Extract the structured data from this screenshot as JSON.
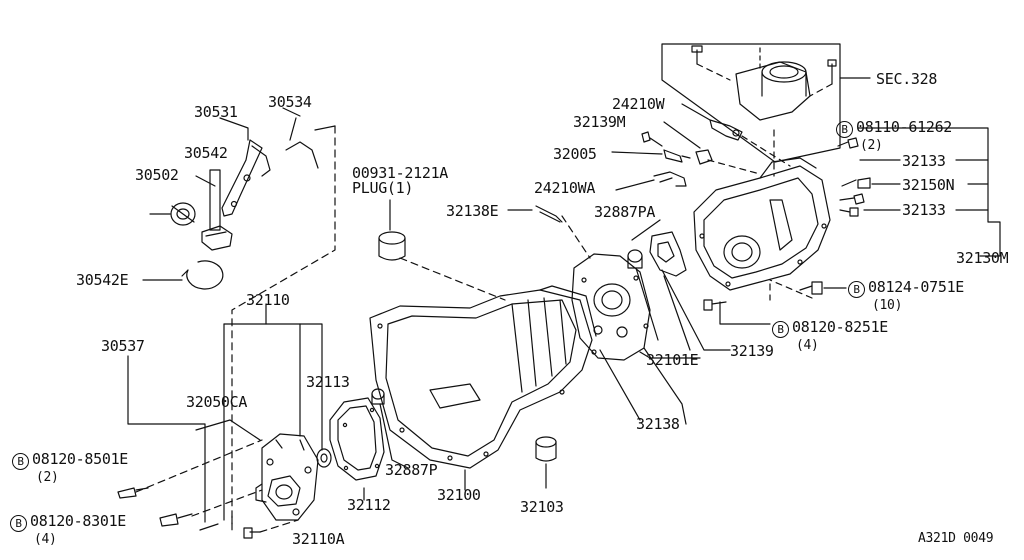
{
  "labels": {
    "l30531": "30531",
    "l30534": "30534",
    "l30542": "30542",
    "l30502": "30502",
    "l30542E": "30542E",
    "l00931": "00931-2121A",
    "lplug": "PLUG(1)",
    "l32110": "32110",
    "l30537": "30537",
    "l32113": "32113",
    "l32050CA": "32050CA",
    "l32112": "32112",
    "l32887P": "32887P",
    "l32100": "32100",
    "l32103": "32103",
    "l32110A": "32110A",
    "l32138E": "32138E",
    "l32887PA": "32887PA",
    "l32101E": "32101E",
    "l32138": "32138",
    "l32139": "32139",
    "l24210W": "24210W",
    "l32139M": "32139M",
    "l32005": "32005",
    "l24210WA": "24210WA",
    "lsec": "SEC.328",
    "l32133a": "32133",
    "l32150N": "32150N",
    "l32133b": "32133",
    "l32130M": "32130M",
    "ref": "A321D 0049"
  },
  "bolts": {
    "b1": {
      "marker": "B",
      "part": "08110-61262",
      "qty": "(2)"
    },
    "b2": {
      "marker": "B",
      "part": "08124-0751E",
      "qty": "(10)"
    },
    "b3": {
      "marker": "B",
      "part": "08120-8251E",
      "qty": "(4)"
    },
    "b4": {
      "marker": "B",
      "part": "08120-8501E",
      "qty": "(2)"
    },
    "b5": {
      "marker": "B",
      "part": "08120-8301E",
      "qty": "(4)"
    }
  }
}
